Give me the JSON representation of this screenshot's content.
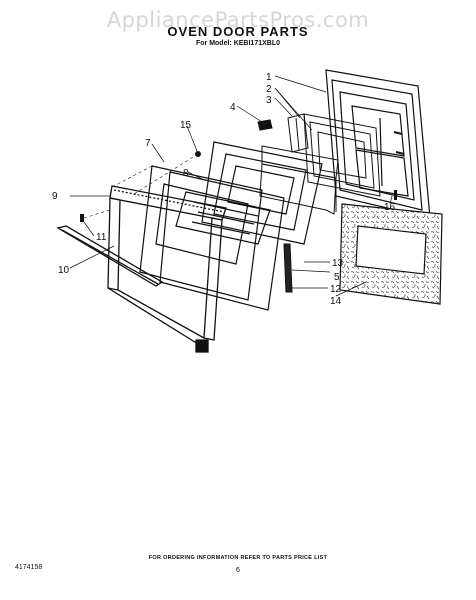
{
  "watermark": "AppliancePartsPros.com",
  "header": {
    "title": "OVEN DOOR PARTS",
    "model": "For Model: KEBI171XBL0"
  },
  "callouts": {
    "c1": "1",
    "c2": "2",
    "c3": "3",
    "c4": "4",
    "c5": "5",
    "c7": "7",
    "c8": "8",
    "c9": "9",
    "c10": "10",
    "c11": "11",
    "c12": "12",
    "c13": "13",
    "c14": "14",
    "c15": "15",
    "c16": "16"
  },
  "footer": {
    "ordering_note": "FOR ORDERING INFORMATION REFER TO PARTS PRICE LIST",
    "doc_number": "4174158",
    "page_number": "6"
  }
}
